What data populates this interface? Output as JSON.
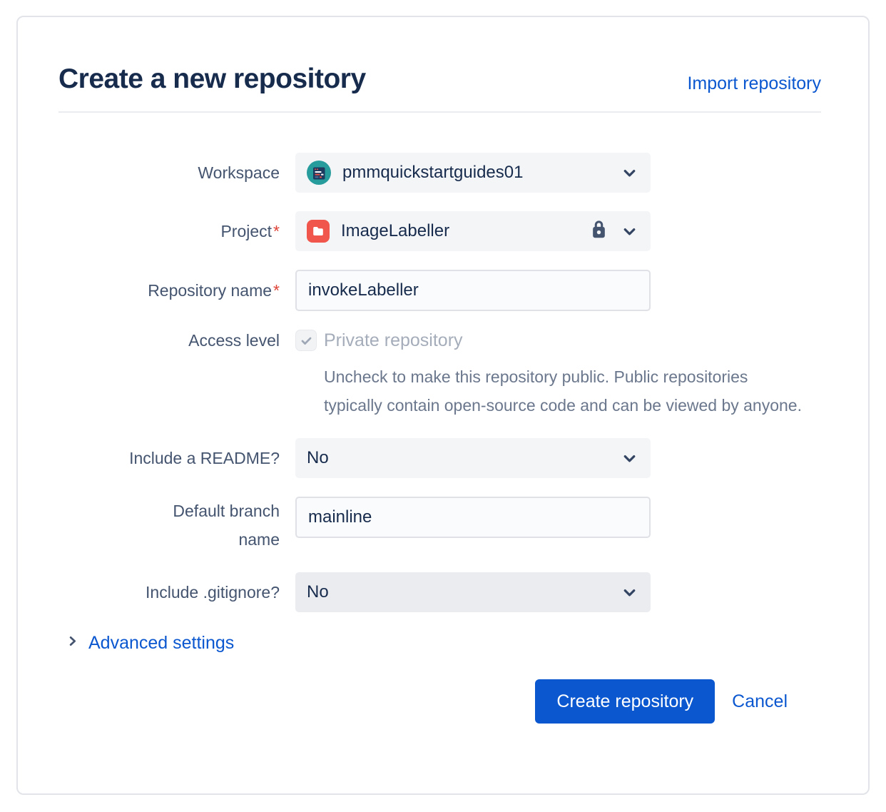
{
  "colors": {
    "primary_blue": "#0B57D0",
    "title_text": "#172B4D",
    "label_text": "#44546F",
    "muted_text": "#6B778C",
    "disabled_text": "#A5ADBA",
    "field_bg": "#F4F5F7",
    "field_bg_dark": "#EBECF0",
    "field_border": "#DFE1E6",
    "required_red": "#DE4337",
    "avatar_teal": "#279C9C",
    "project_icon_red": "#F0564B",
    "icon_slate": "#44546F"
  },
  "header": {
    "title": "Create a new repository",
    "import_link": "Import repository"
  },
  "form": {
    "workspace": {
      "label": "Workspace",
      "value": "pmmquickstartguides01"
    },
    "project": {
      "label": "Project",
      "required_mark": "*",
      "value": "ImageLabeller"
    },
    "repository_name": {
      "label": "Repository name",
      "required_mark": "*",
      "value": "invokeLabeller"
    },
    "access_level": {
      "label": "Access level",
      "checkbox_label": "Private repository",
      "checkbox_checked": true,
      "help_text": "Uncheck to make this repository public. Public repositories typically contain open-source code and can be viewed by anyone."
    },
    "include_readme": {
      "label": "Include a README?",
      "value": "No"
    },
    "default_branch": {
      "label": "Default branch name",
      "value": "mainline"
    },
    "include_gitignore": {
      "label": "Include .gitignore?",
      "value": "No"
    },
    "advanced_settings_link": "Advanced settings"
  },
  "footer": {
    "create_button": "Create repository",
    "cancel_link": "Cancel"
  }
}
